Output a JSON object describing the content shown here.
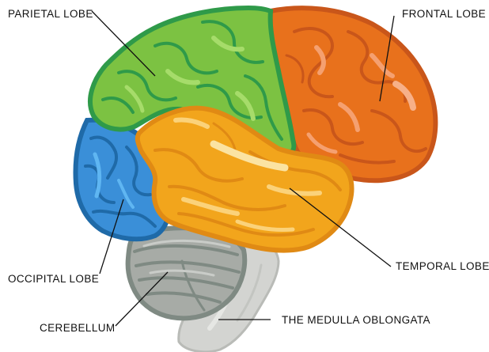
{
  "labels": {
    "parietal": "PARIETAL LOBE",
    "frontal": "FRONTAL LOBE",
    "occipital": "OCCIPITAL LOBE",
    "temporal": "TEMPORAL LOBE",
    "cerebellum": "CEREBELLUM",
    "medulla": "THE MEDULLA OBLONGATA"
  },
  "colors": {
    "frontal": "#e8711c",
    "parietal": "#7cc242",
    "temporal": "#f2a51c",
    "occipital": "#3a8fd8",
    "cerebellum": "#a7aba6",
    "brainstem": "#d3d4d1"
  }
}
